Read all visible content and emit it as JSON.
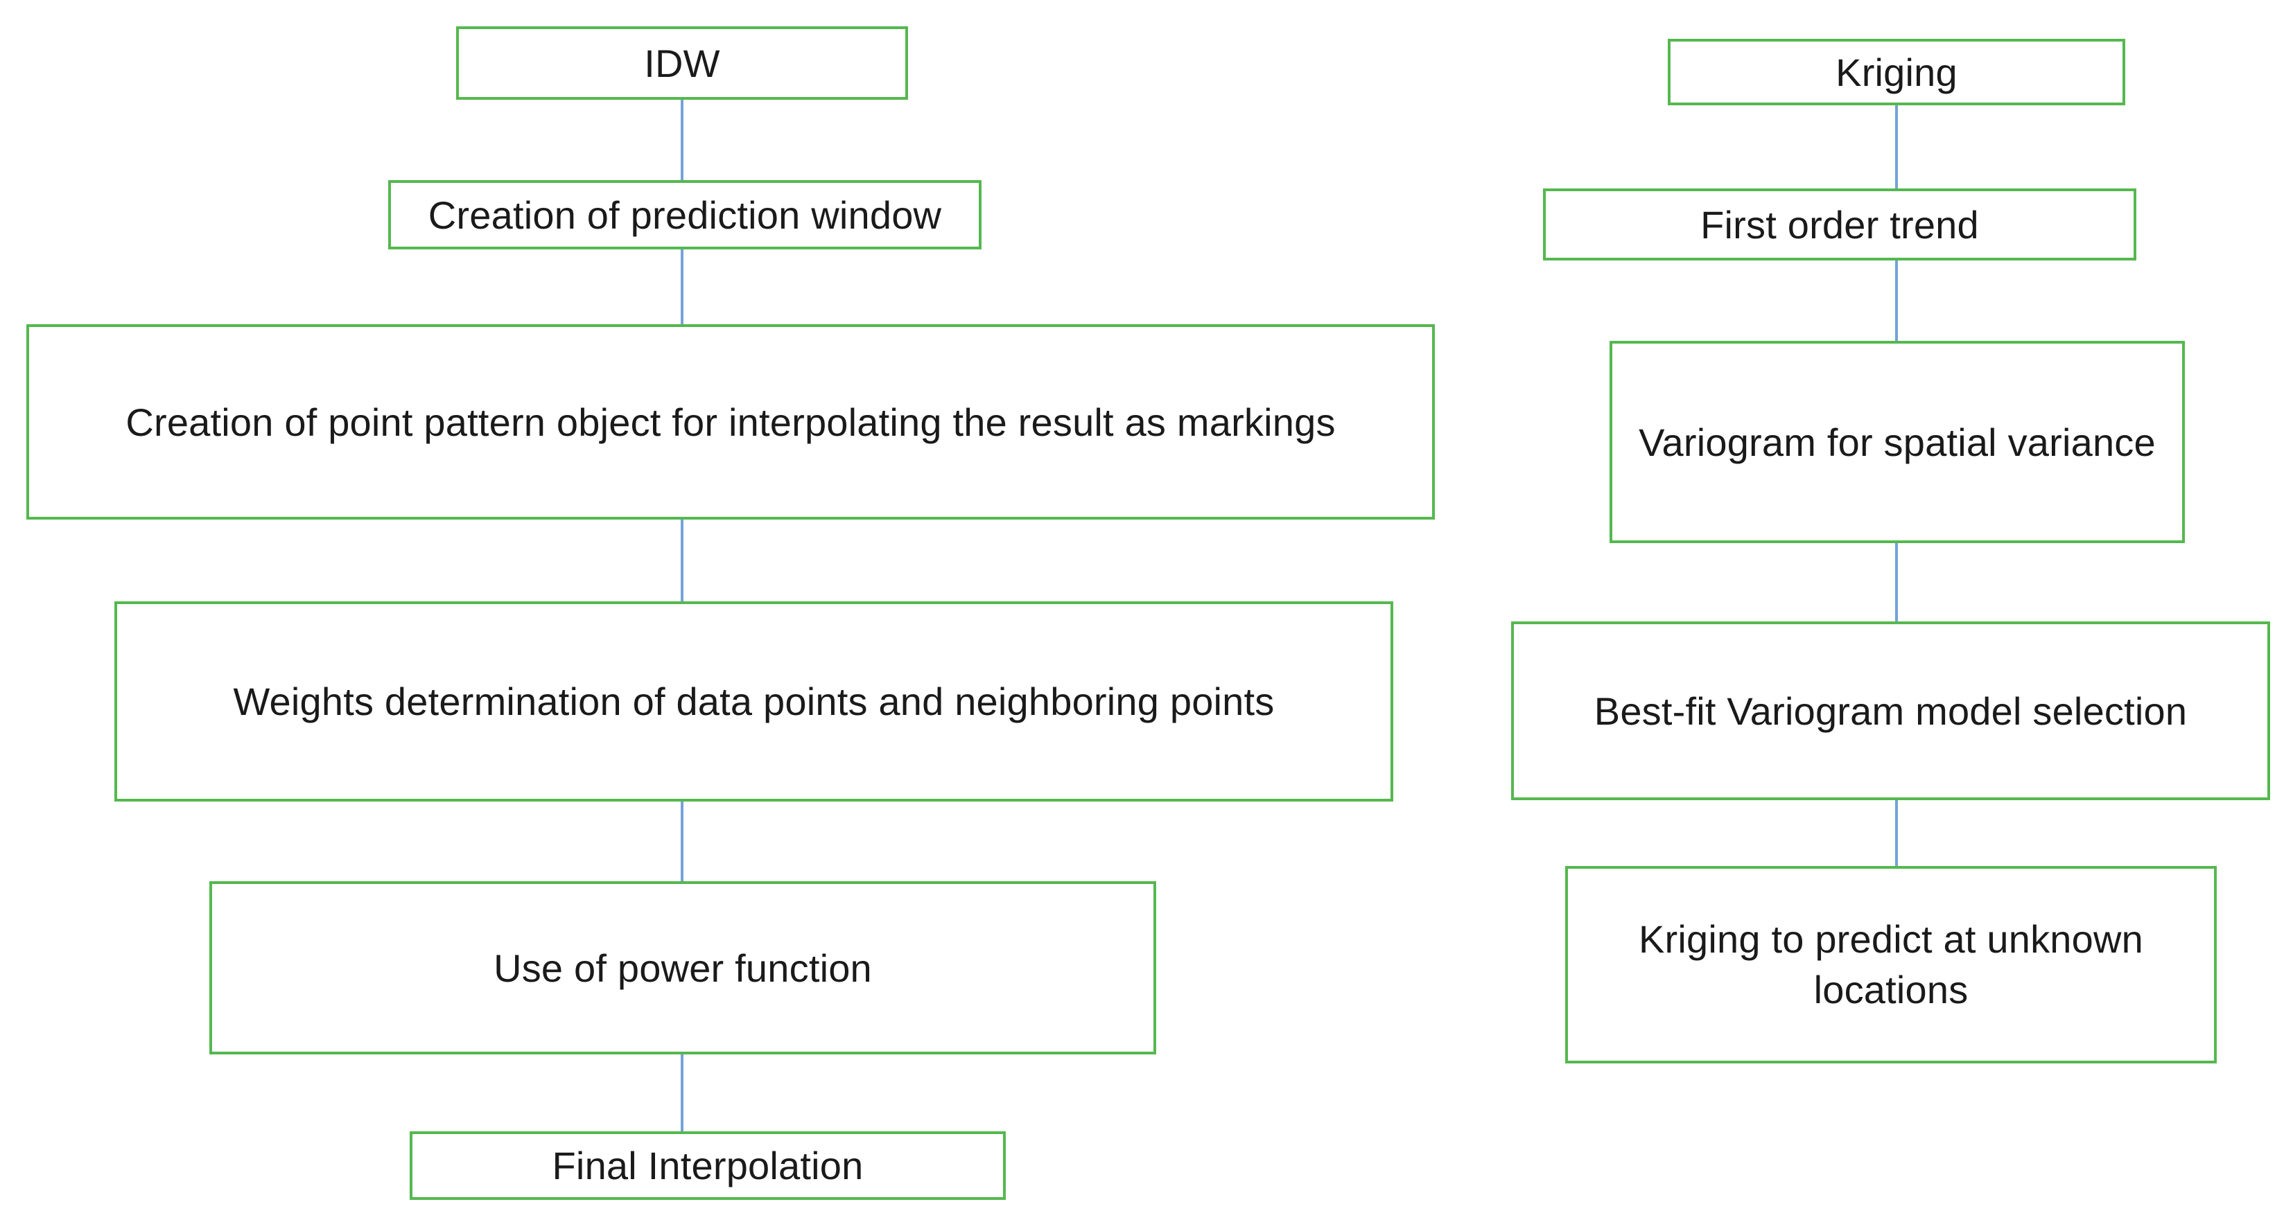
{
  "colors": {
    "background": "#ffffff",
    "box_border": "#55b84f",
    "box_fill": "#ffffff",
    "connector": "#74a2d8",
    "text": "#1a1a1a"
  },
  "flows": {
    "idw": {
      "nodes": [
        {
          "label": "IDW"
        },
        {
          "label": "Creation of prediction window"
        },
        {
          "label": "Creation of point pattern object for interpolating the result as markings"
        },
        {
          "label": "Weights determination of data points and neighboring points"
        },
        {
          "label": "Use of power function"
        },
        {
          "label": "Final Interpolation"
        }
      ]
    },
    "kriging": {
      "nodes": [
        {
          "label": "Kriging"
        },
        {
          "label": "First order trend"
        },
        {
          "label": "Variogram for spatial variance"
        },
        {
          "label": "Best-fit Variogram model selection"
        },
        {
          "label": "Kriging to predict at unknown locations"
        }
      ]
    }
  }
}
